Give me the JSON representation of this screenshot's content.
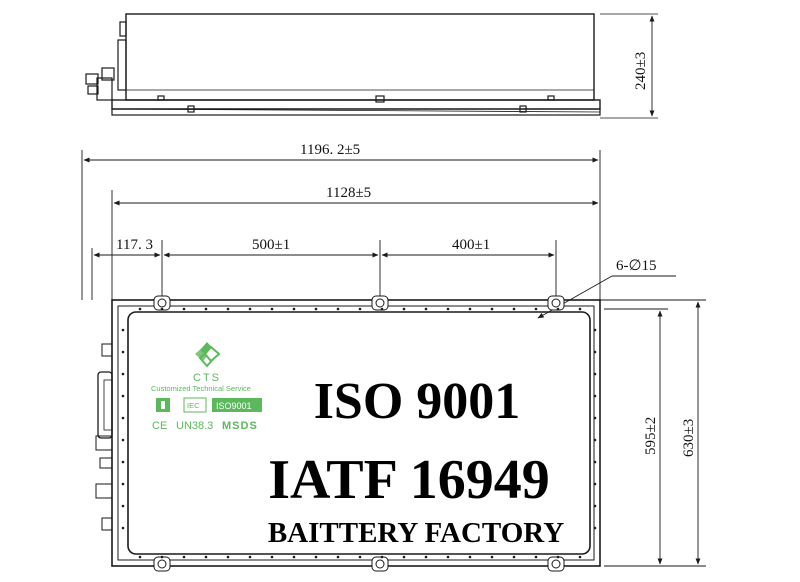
{
  "dimensions": {
    "overall_length": "1196. 2±5",
    "inner_length": "1128±5",
    "offset_left": "117. 3",
    "hole_spacing_1": "500±1",
    "hole_spacing_2": "400±1",
    "holes": "6-∅15",
    "height": "240±3",
    "inner_width": "595±2",
    "outer_width": "630±3"
  },
  "logo": {
    "name": "CTS",
    "subtitle": "Customized Technical Service",
    "badge_iec": "IEC",
    "badge_iso": "ISO9001",
    "ce": "CE",
    "un": "UN38.3",
    "msds": "MSDS"
  },
  "overlay": {
    "line1": "ISO 9001",
    "line2": "IATF 16949",
    "line3": "BAITTERY FACTORY"
  },
  "colors": {
    "line": "#1a1a1a",
    "logo_green": "#5cb85c",
    "text": "#000000"
  }
}
